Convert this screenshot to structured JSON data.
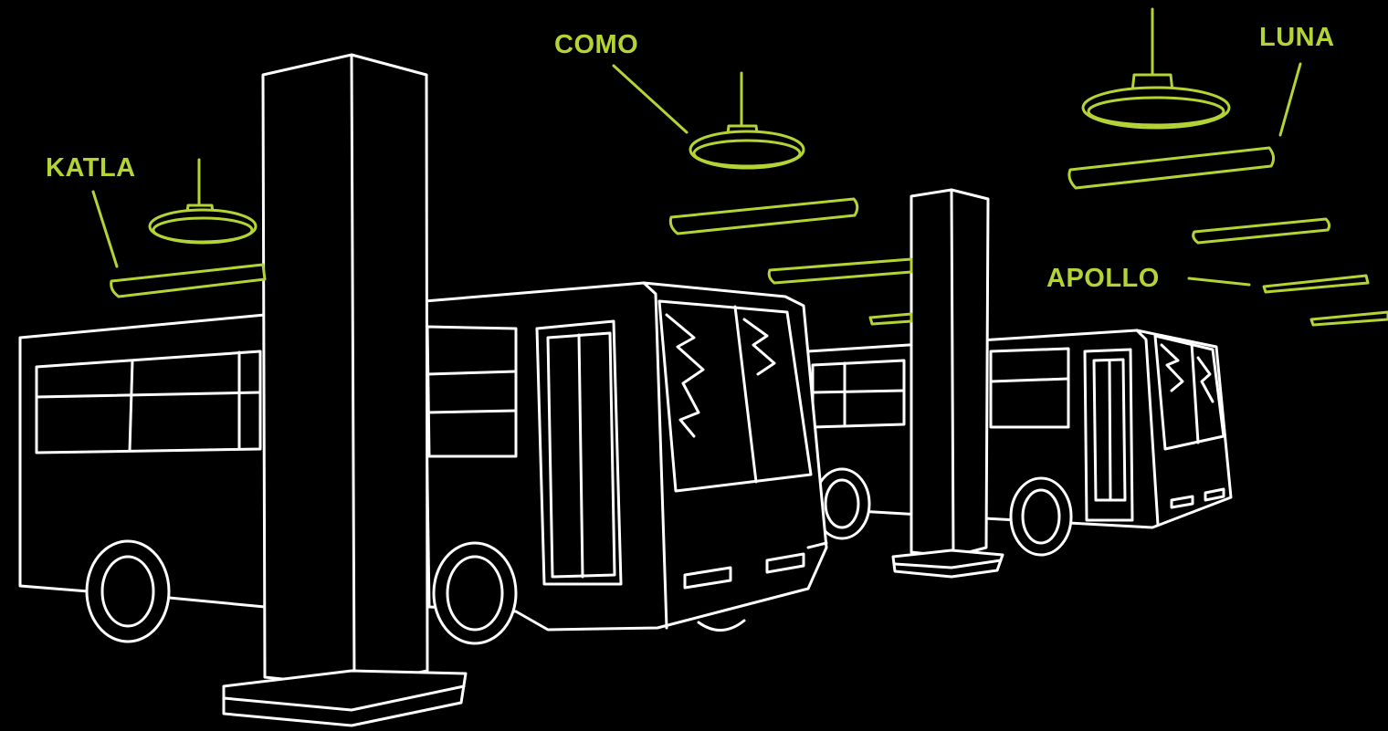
{
  "luminaires": [
    {
      "id": "katla",
      "label": "KATLA"
    },
    {
      "id": "como",
      "label": "COMO"
    },
    {
      "id": "luna",
      "label": "LUNA"
    },
    {
      "id": "apollo",
      "label": "APOLLO"
    }
  ],
  "colors": {
    "background": "#000000",
    "line_art": "#ffffff",
    "accent": "#b4d334"
  }
}
